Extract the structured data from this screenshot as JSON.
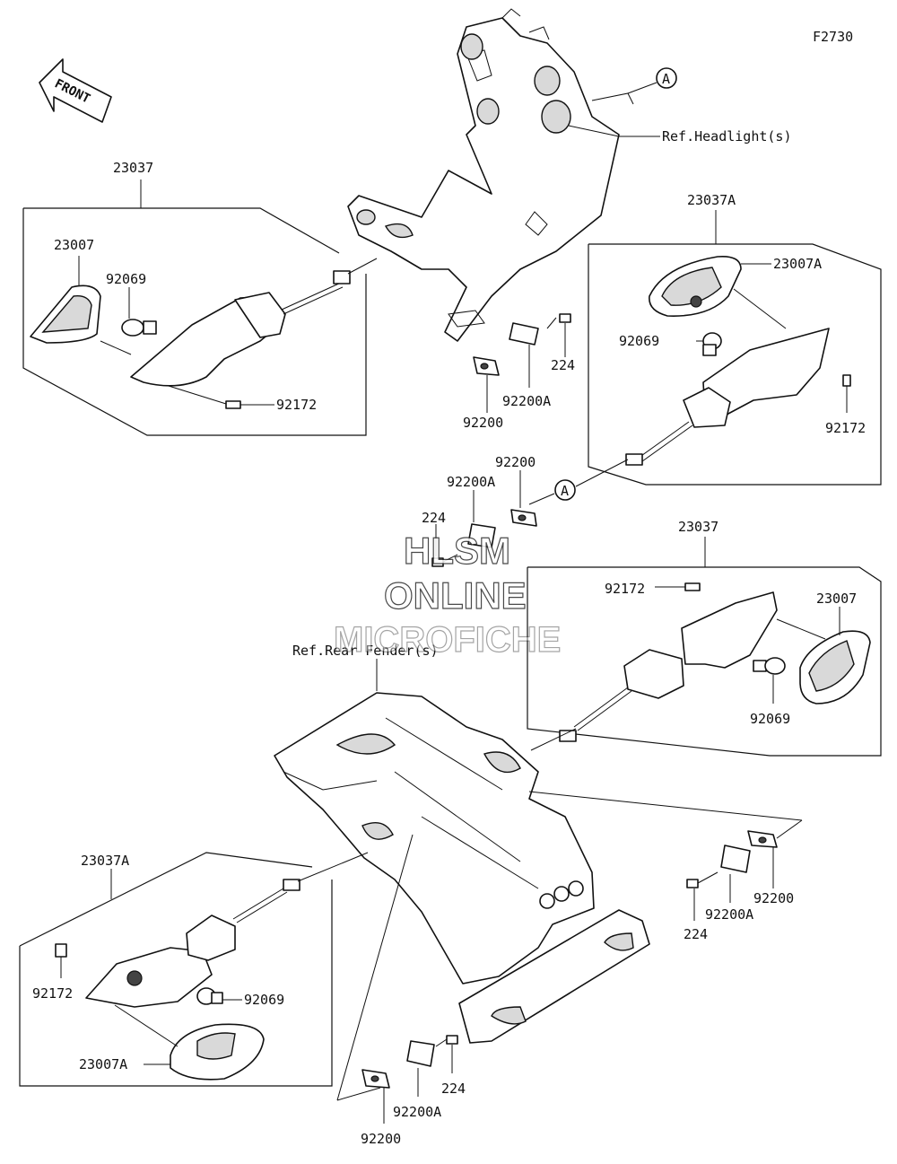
{
  "figure_code": "F2730",
  "front_label": "FRONT",
  "callout_letter": "A",
  "references": {
    "headlight": "Ref.Headlight(s)",
    "rear_fender": "Ref.Rear Fender(s)"
  },
  "watermark": {
    "line1": "HLSM",
    "line2": "ONLINE",
    "line3": "MICROFICHE"
  },
  "parts": {
    "p23037": "23037",
    "p23037A": "23037A",
    "p23007": "23007",
    "p23007A": "23007A",
    "p92069": "92069",
    "p92172": "92172",
    "p224": "224",
    "p92200": "92200",
    "p92200A": "92200A"
  }
}
